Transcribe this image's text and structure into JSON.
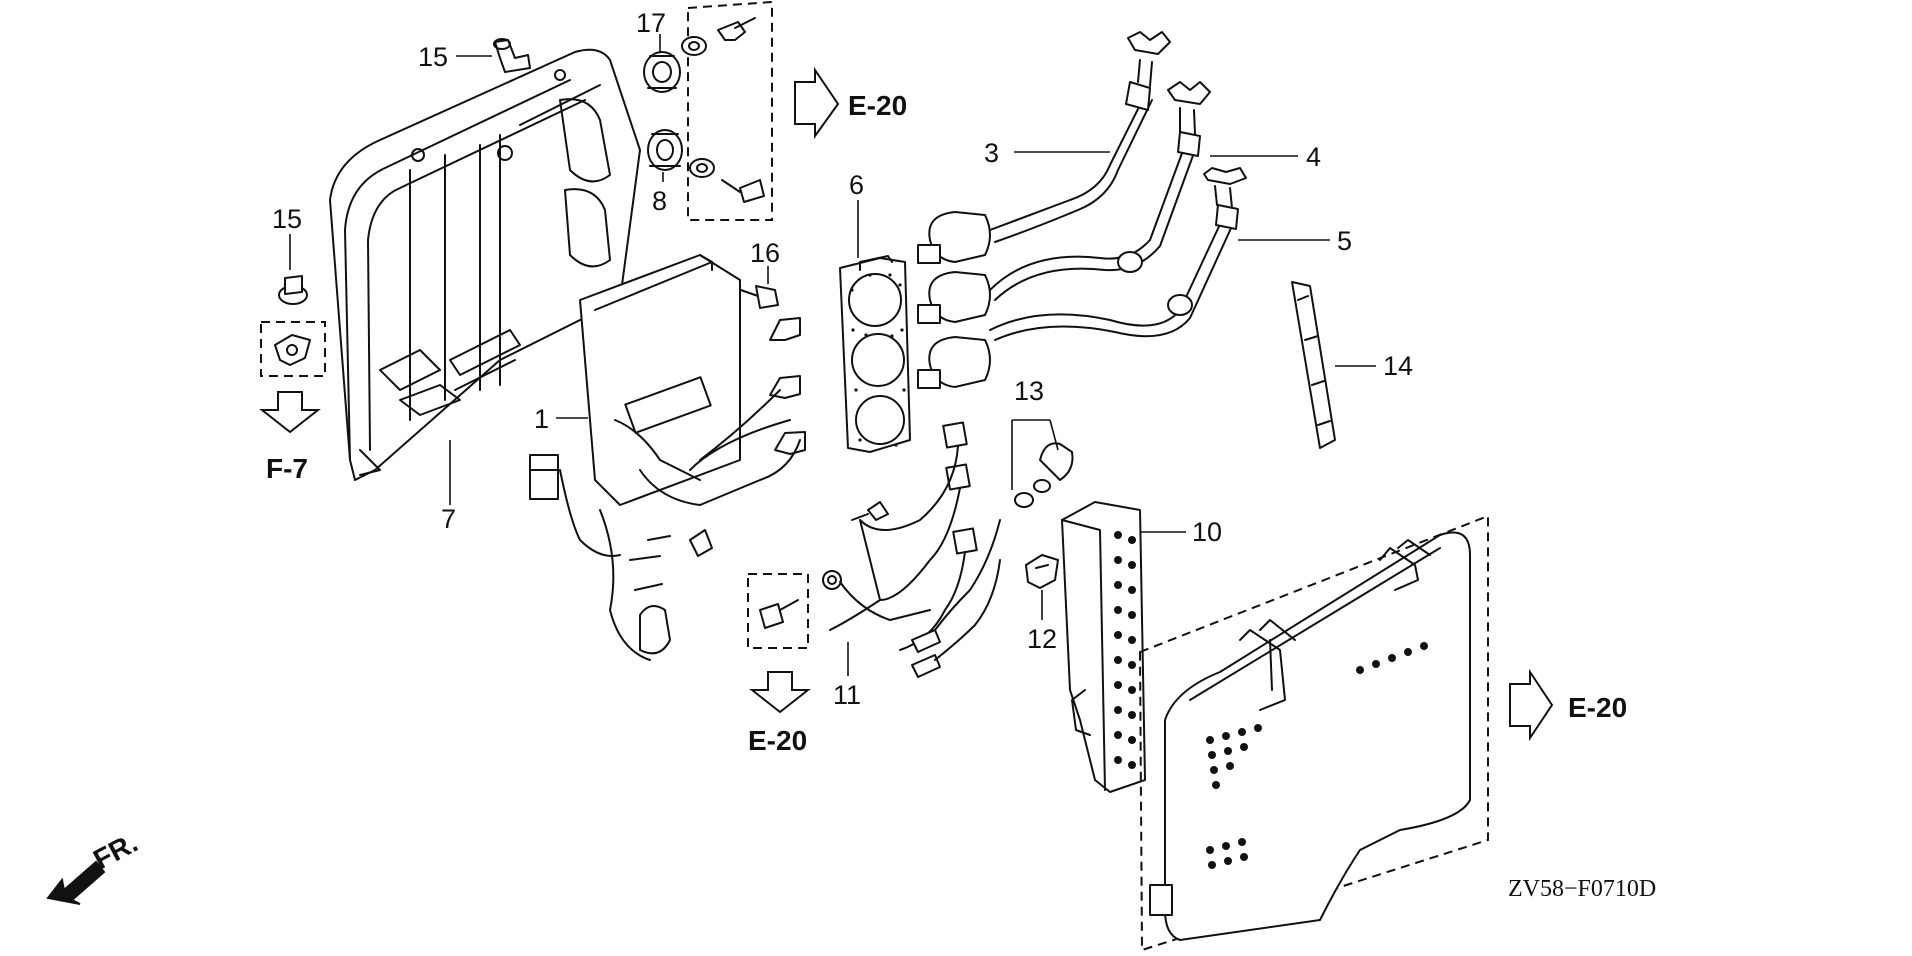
{
  "callouts": {
    "c1": "1",
    "c3": "3",
    "c4": "4",
    "c5": "5",
    "c6": "6",
    "c7": "7",
    "c8": "8",
    "c10": "10",
    "c11": "11",
    "c12": "12",
    "c13": "13",
    "c14": "14",
    "c15a": "15",
    "c15b": "15",
    "c16": "16",
    "c17": "17"
  },
  "refs": {
    "e20_top": "E-20",
    "e20_bottom": "E-20",
    "e20_right": "E-20",
    "f7": "F-7"
  },
  "front_label": "FR.",
  "diagram_code": "ZV58−F0710D",
  "colors": {
    "line": "#111111",
    "background": "#ffffff"
  }
}
